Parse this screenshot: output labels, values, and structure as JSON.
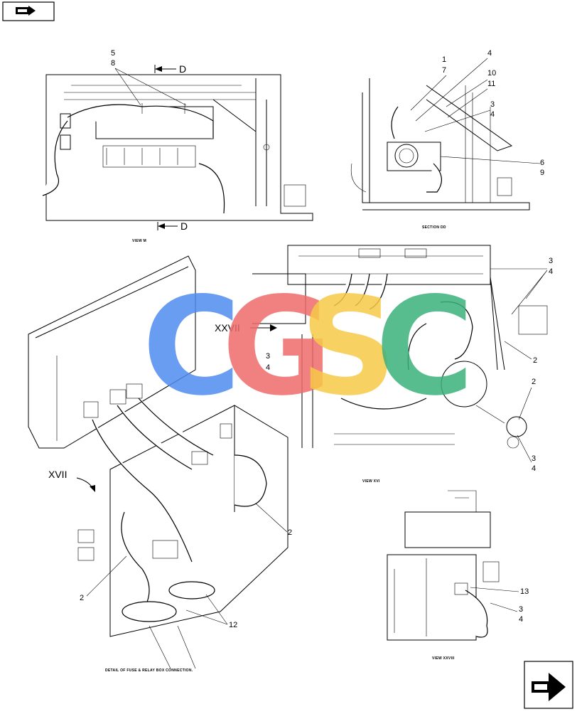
{
  "navigation": {
    "top_button_icon": "book-arrow-icon",
    "bottom_button_icon": "next-page-arrow-icon"
  },
  "watermark": {
    "letters": [
      "C",
      "G",
      "S",
      "C"
    ],
    "colors": [
      "#4f8cf0",
      "#ef6b6b",
      "#f7c948",
      "#3bb27a"
    ]
  },
  "views": {
    "view_m": {
      "caption": "VIEW M",
      "section_marker": "D",
      "section_marker_bottom": "D"
    },
    "section_dd": {
      "caption": "SECTION DD"
    },
    "view_xvi": {
      "caption": "VIEW XVI",
      "ref_marker": "XXVII"
    },
    "view_xxviii": {
      "caption": "VIEW XXVIII"
    },
    "detail": {
      "caption": "DETAIL OF FUSE & RELAY BOX CONNECTION.",
      "ref_marker": "XVII"
    }
  },
  "callouts": {
    "view_m": [
      "5",
      "8"
    ],
    "section_dd": [
      "1",
      "7",
      "4",
      "10",
      "11",
      "3",
      "4",
      "6",
      "9"
    ],
    "view_xvi": [
      "3",
      "4",
      "2",
      "2",
      "3",
      "4",
      "3",
      "4"
    ],
    "detail": [
      "2",
      "2",
      "12"
    ],
    "view_xxviii": [
      "13",
      "3",
      "4"
    ]
  }
}
